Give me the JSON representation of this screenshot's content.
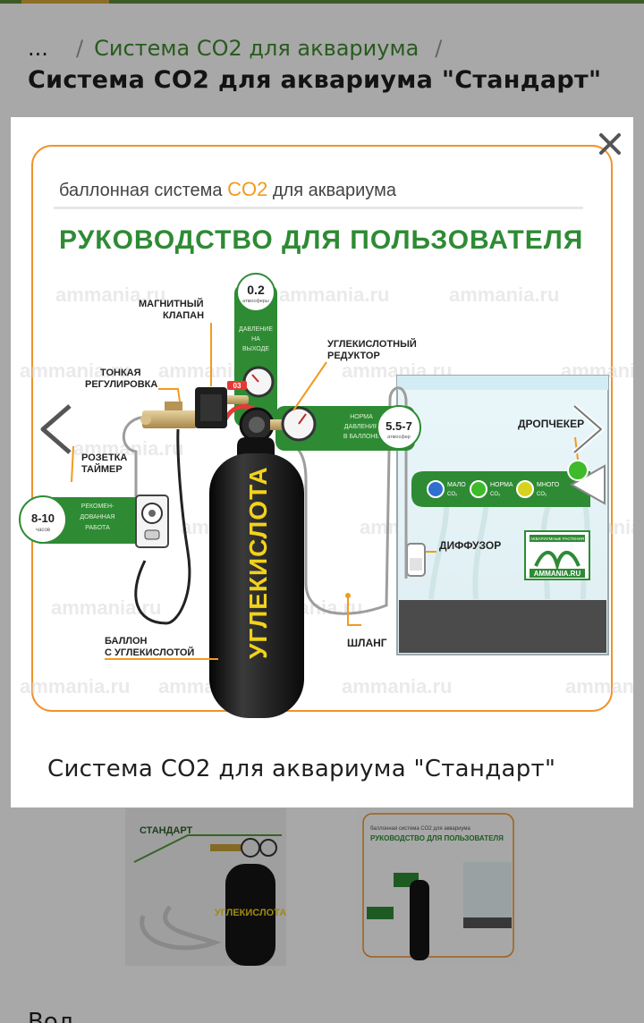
{
  "breadcrumb": {
    "ellipsis": "...",
    "separator": "/",
    "category": "Система СО2 для аквариума",
    "trailing_separator": "/"
  },
  "page": {
    "title": "Система СО2 для аквариума \"Стандарт\""
  },
  "modal": {
    "caption": "Система СО2 для аквариума \"Стандарт\"",
    "close_icon": "close-icon",
    "prev_icon": "chevron-left-icon",
    "next_icon": "chevron-right-icon"
  },
  "diagram": {
    "subtitle_prefix": "баллонная система ",
    "subtitle_highlight": "CO2",
    "subtitle_suffix": " для аквариума",
    "title": "РУКОВОДСТВО ДЛЯ ПОЛЬЗОВАТЕЛЯ",
    "watermark": "ammania.ru",
    "brand": "AMMANIA.RU",
    "brand_tagline": "АКВАРИУМНЫЕ РАСТЕНИЯ",
    "pressure_output": {
      "value": "0.2",
      "unit": "атмосферы",
      "label_lines": [
        "ДАВЛЕНИЕ",
        "НА",
        "ВЫХОДЕ"
      ]
    },
    "pressure_cylinder": {
      "value": "5.5-7",
      "unit": "атмосфер",
      "label_lines": [
        "НОРМА",
        "ДАВЛЕНИЯ",
        "В БАЛЛОНЕ"
      ]
    },
    "timer": {
      "value": "8-10",
      "unit": "часов",
      "label_lines": [
        "РЕКОМЕН-",
        "ДОВАННАЯ",
        "РАБОТА"
      ]
    },
    "labels": {
      "magnetic_valve": [
        "МАГНИТНЫЙ",
        "КЛАПАН"
      ],
      "fine_tuning": [
        "ТОНКАЯ",
        "РЕГУЛИРОВКА"
      ],
      "socket_timer": [
        "РОЗЕТКА",
        "ТАЙМЕР"
      ],
      "co2_regulator": [
        "УГЛЕКИСЛОТНЫЙ",
        "РЕДУКТОР"
      ],
      "cylinder": [
        "БАЛЛОН",
        "С УГЛЕКИСЛОТОЙ"
      ],
      "hose": "ШЛАНГ",
      "drop_checker": "ДРОПЧЕКЕР",
      "diffuser": "ДИФФУЗОР"
    },
    "cylinder_text": "УГЛЕКИСЛОТА",
    "gauge_mark": "03",
    "co2_levels": [
      {
        "label": "МАЛО",
        "sub": "CO₂",
        "color": "#2f6fd0"
      },
      {
        "label": "НОРМА",
        "sub": "CO₂",
        "color": "#3dbb2a"
      },
      {
        "label": "МНОГО",
        "sub": "CO₂",
        "color": "#d6d21e"
      }
    ]
  },
  "thumbnails": {
    "first_label": "СТАНДАРТ",
    "first_cylinder_text": "УГЛЕКИСЛОТА",
    "second_subtitle": "баллонная система CO2 для аквариума",
    "second_title": "РУКОВОДСТВО ДЛЯ ПОЛЬЗОВАТЕЛЯ"
  },
  "below_text": "Вод",
  "colors": {
    "accent_green": "#2e8b34",
    "breadcrumb_green": "#3d8b2f",
    "orange_frame": "#f0932b",
    "co2_orange": "#f39a1e",
    "cylinder_black": "#151515",
    "cylinder_text_yellow": "#f2d21b"
  }
}
